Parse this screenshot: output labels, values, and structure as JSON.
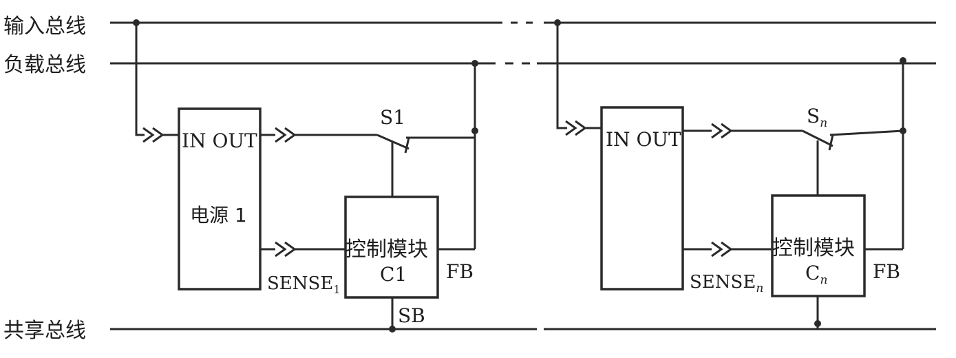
{
  "buses": {
    "input": "输入总线",
    "load": "负载总线",
    "shared": "共享总线"
  },
  "module_1": {
    "psu_ports": "IN OUT",
    "psu_name": "电源 1",
    "switch_label": "S1",
    "control_name": "控制模块",
    "control_id": "C1",
    "sense_label": "SENSE",
    "sense_sub": "1",
    "fb_label": "FB",
    "sb_label": "SB"
  },
  "module_n": {
    "psu_ports": "IN OUT",
    "switch_label": "S",
    "switch_sub": "n",
    "control_name": "控制模块",
    "control_id": "C",
    "control_sub": "n",
    "sense_label": "SENSE",
    "sense_sub": "n",
    "fb_label": "FB"
  }
}
